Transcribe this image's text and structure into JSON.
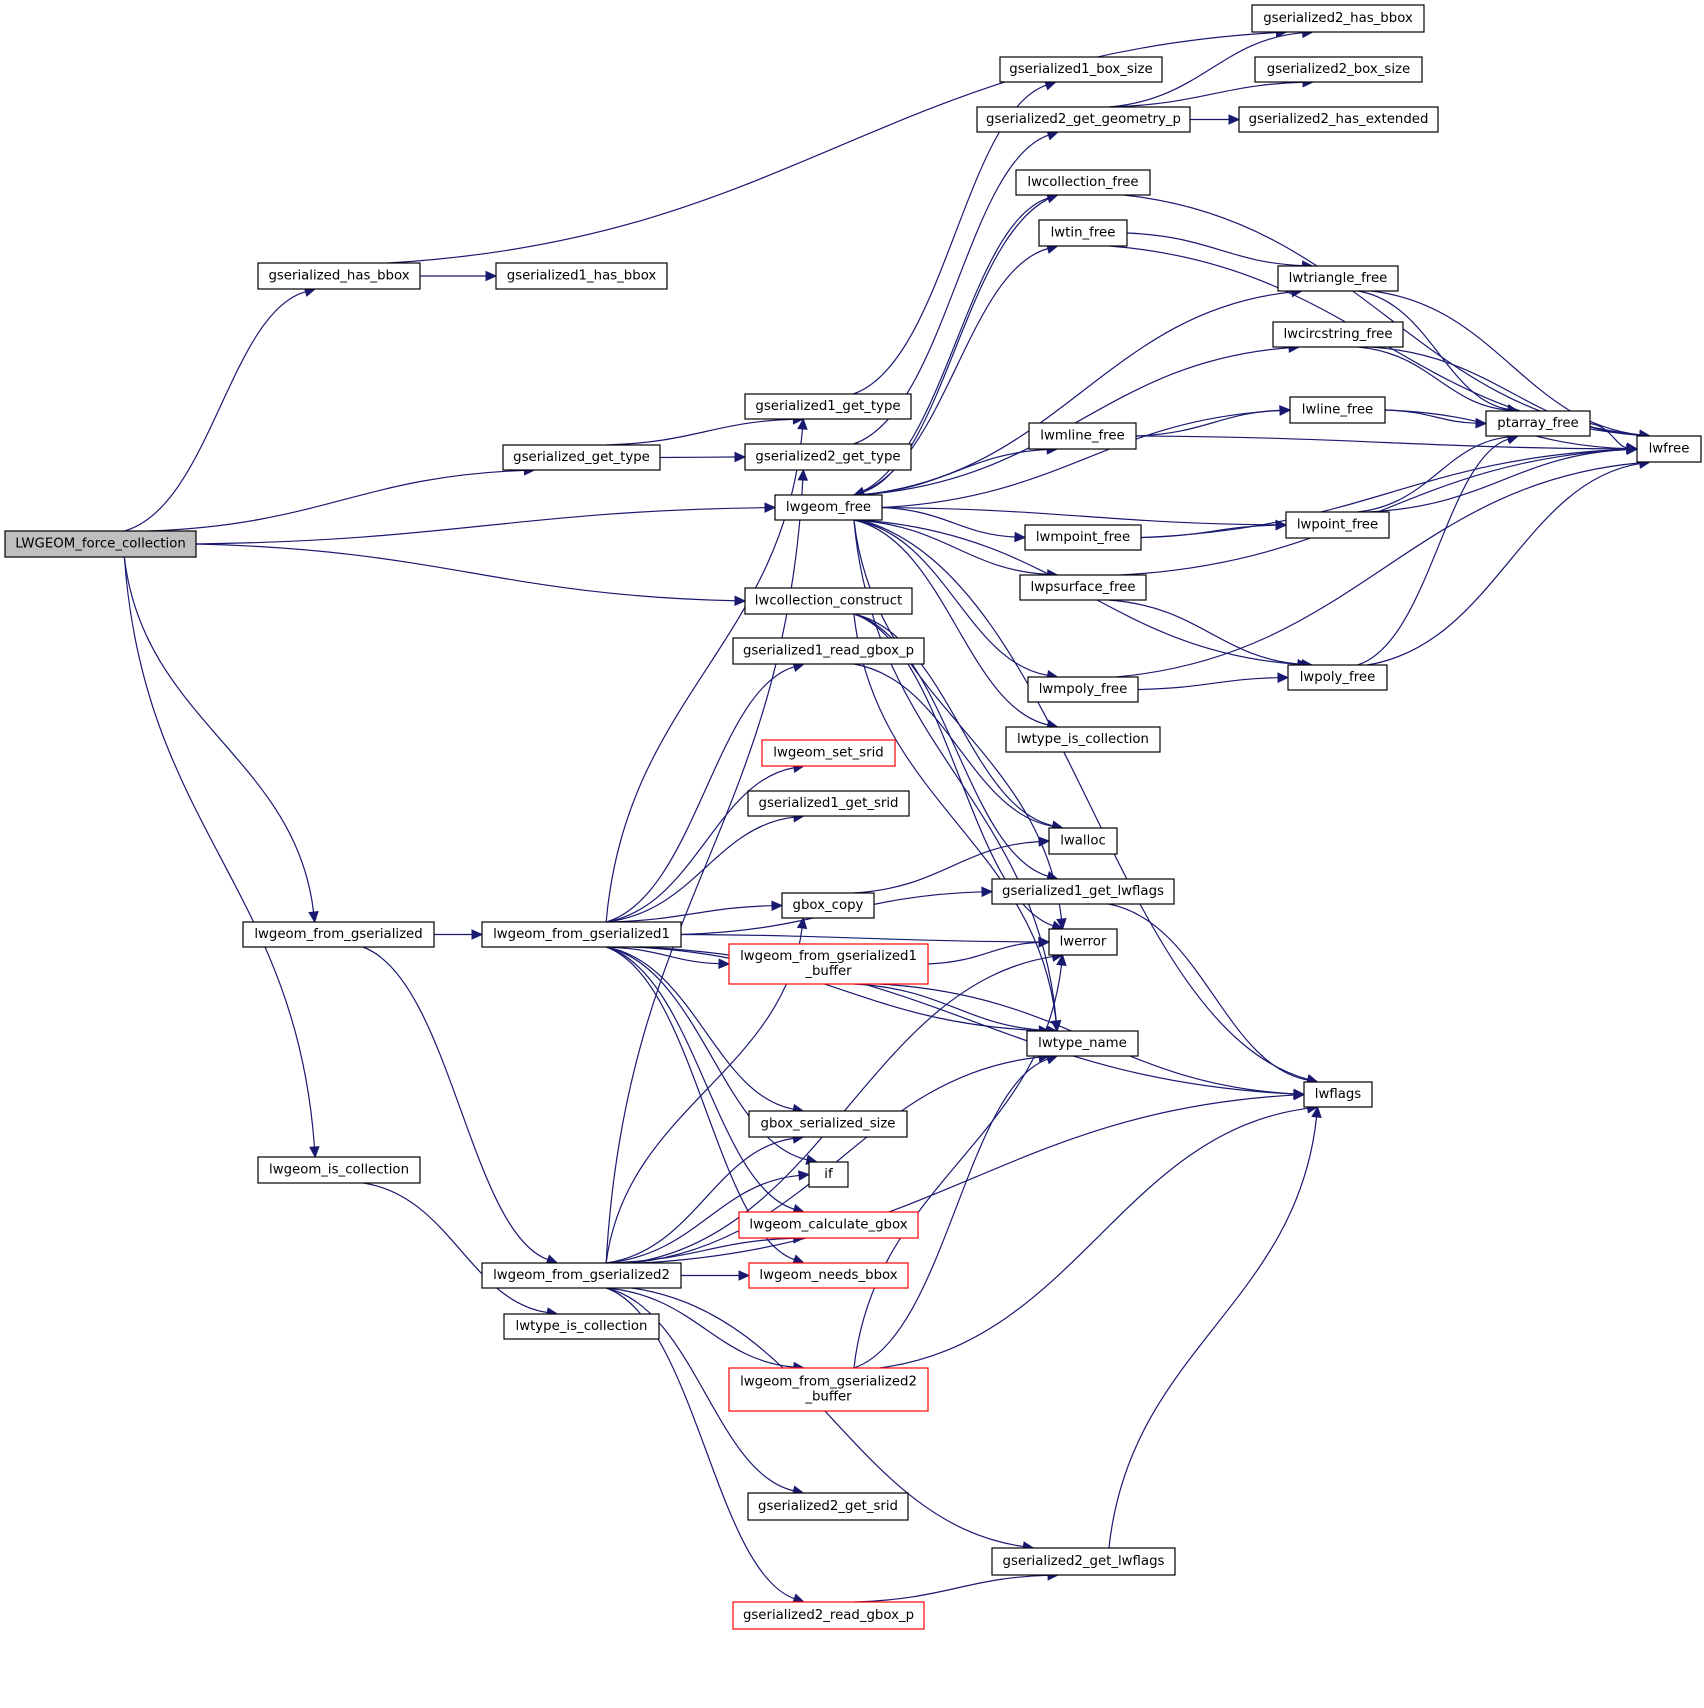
{
  "diagram": {
    "type": "call-graph",
    "colors": {
      "edge": "#191970",
      "root_fill": "#bfbfbf",
      "node_border": "#000000",
      "truncated_border": "#ff0000"
    },
    "nodes": [
      {
        "id": "LWGEOM_force_collection",
        "label": "LWGEOM_force_collection",
        "style": "root"
      },
      {
        "id": "gserialized_has_bbox",
        "label": "gserialized_has_bbox",
        "style": "normal"
      },
      {
        "id": "gserialized1_has_bbox",
        "label": "gserialized1_has_bbox",
        "style": "normal"
      },
      {
        "id": "gserialized2_has_bbox",
        "label": "gserialized2_has_bbox",
        "style": "normal"
      },
      {
        "id": "gserialized1_box_size",
        "label": "gserialized1_box_size",
        "style": "normal"
      },
      {
        "id": "gserialized2_box_size",
        "label": "gserialized2_box_size",
        "style": "normal"
      },
      {
        "id": "gserialized2_get_geometry_p",
        "label": "gserialized2_get_geometry_p",
        "style": "normal"
      },
      {
        "id": "gserialized2_has_extended",
        "label": "gserialized2_has_extended",
        "style": "normal"
      },
      {
        "id": "gserialized_get_type",
        "label": "gserialized_get_type",
        "style": "normal"
      },
      {
        "id": "gserialized1_get_type",
        "label": "gserialized1_get_type",
        "style": "normal"
      },
      {
        "id": "gserialized2_get_type",
        "label": "gserialized2_get_type",
        "style": "normal"
      },
      {
        "id": "lwgeom_free",
        "label": "lwgeom_free",
        "style": "normal"
      },
      {
        "id": "lwcollection_free",
        "label": "lwcollection_free",
        "style": "normal"
      },
      {
        "id": "lwtin_free",
        "label": "lwtin_free",
        "style": "normal"
      },
      {
        "id": "lwtriangle_free",
        "label": "lwtriangle_free",
        "style": "normal"
      },
      {
        "id": "lwcircstring_free",
        "label": "lwcircstring_free",
        "style": "normal"
      },
      {
        "id": "lwline_free",
        "label": "lwline_free",
        "style": "normal"
      },
      {
        "id": "lwmline_free",
        "label": "lwmline_free",
        "style": "normal"
      },
      {
        "id": "ptarray_free",
        "label": "ptarray_free",
        "style": "normal"
      },
      {
        "id": "lwfree",
        "label": "lwfree",
        "style": "normal"
      },
      {
        "id": "lwpoint_free",
        "label": "lwpoint_free",
        "style": "normal"
      },
      {
        "id": "lwmpoint_free",
        "label": "lwmpoint_free",
        "style": "normal"
      },
      {
        "id": "lwpsurface_free",
        "label": "lwpsurface_free",
        "style": "normal"
      },
      {
        "id": "lwpoly_free",
        "label": "lwpoly_free",
        "style": "normal"
      },
      {
        "id": "lwmpoly_free",
        "label": "lwmpoly_free",
        "style": "normal"
      },
      {
        "id": "lwtype_is_collection_r",
        "label": "lwtype_is_collection",
        "style": "normal"
      },
      {
        "id": "lwcollection_construct",
        "label": "lwcollection_construct",
        "style": "normal"
      },
      {
        "id": "gserialized1_read_gbox_p",
        "label": "gserialized1_read_gbox_p",
        "style": "normal"
      },
      {
        "id": "lwgeom_set_srid",
        "label": "lwgeom_set_srid",
        "style": "red"
      },
      {
        "id": "gserialized1_get_srid",
        "label": "gserialized1_get_srid",
        "style": "normal"
      },
      {
        "id": "lwalloc",
        "label": "lwalloc",
        "style": "normal"
      },
      {
        "id": "gserialized1_get_lwflags",
        "label": "gserialized1_get_lwflags",
        "style": "normal"
      },
      {
        "id": "gbox_copy",
        "label": "gbox_copy",
        "style": "normal"
      },
      {
        "id": "lwerror",
        "label": "lwerror",
        "style": "normal"
      },
      {
        "id": "lwgeom_from_gserialized",
        "label": "lwgeom_from_gserialized",
        "style": "normal"
      },
      {
        "id": "lwgeom_from_gserialized1",
        "label": "lwgeom_from_gserialized1",
        "style": "normal"
      },
      {
        "id": "lwgeom_from_gserialized1_buffer",
        "label": "lwgeom_from_gserialized1\n_buffer",
        "style": "red"
      },
      {
        "id": "lwtype_name",
        "label": "lwtype_name",
        "style": "normal"
      },
      {
        "id": "lwflags",
        "label": "lwflags",
        "style": "normal"
      },
      {
        "id": "gbox_serialized_size",
        "label": "gbox_serialized_size",
        "style": "normal"
      },
      {
        "id": "if",
        "label": "if",
        "style": "normal"
      },
      {
        "id": "lwgeom_is_collection",
        "label": "lwgeom_is_collection",
        "style": "normal"
      },
      {
        "id": "lwgeom_calculate_gbox",
        "label": "lwgeom_calculate_gbox",
        "style": "red"
      },
      {
        "id": "lwgeom_from_gserialized2",
        "label": "lwgeom_from_gserialized2",
        "style": "normal"
      },
      {
        "id": "lwgeom_needs_bbox",
        "label": "lwgeom_needs_bbox",
        "style": "red"
      },
      {
        "id": "lwtype_is_collection_l",
        "label": "lwtype_is_collection",
        "style": "normal"
      },
      {
        "id": "lwgeom_from_gserialized2_buffer",
        "label": "lwgeom_from_gserialized2\n_buffer",
        "style": "red"
      },
      {
        "id": "gserialized2_get_srid",
        "label": "gserialized2_get_srid",
        "style": "normal"
      },
      {
        "id": "gserialized2_get_lwflags",
        "label": "gserialized2_get_lwflags",
        "style": "normal"
      },
      {
        "id": "gserialized2_read_gbox_p",
        "label": "gserialized2_read_gbox_p",
        "style": "red"
      }
    ],
    "edges": [
      [
        "LWGEOM_force_collection",
        "gserialized_has_bbox"
      ],
      [
        "LWGEOM_force_collection",
        "gserialized_get_type"
      ],
      [
        "LWGEOM_force_collection",
        "lwgeom_free"
      ],
      [
        "LWGEOM_force_collection",
        "lwcollection_construct"
      ],
      [
        "LWGEOM_force_collection",
        "lwgeom_from_gserialized"
      ],
      [
        "LWGEOM_force_collection",
        "lwgeom_is_collection"
      ],
      [
        "gserialized_has_bbox",
        "gserialized1_has_bbox"
      ],
      [
        "gserialized_has_bbox",
        "gserialized2_has_bbox"
      ],
      [
        "gserialized_get_type",
        "gserialized1_get_type"
      ],
      [
        "gserialized_get_type",
        "gserialized2_get_type"
      ],
      [
        "gserialized1_get_type",
        "gserialized1_box_size"
      ],
      [
        "gserialized2_get_type",
        "gserialized2_get_geometry_p"
      ],
      [
        "gserialized2_get_geometry_p",
        "gserialized2_has_bbox"
      ],
      [
        "gserialized2_get_geometry_p",
        "gserialized2_box_size"
      ],
      [
        "gserialized2_get_geometry_p",
        "gserialized2_has_extended"
      ],
      [
        "lwgeom_free",
        "lwcollection_free"
      ],
      [
        "lwgeom_free",
        "lwtin_free"
      ],
      [
        "lwgeom_free",
        "lwtriangle_free"
      ],
      [
        "lwgeom_free",
        "lwcircstring_free"
      ],
      [
        "lwgeom_free",
        "lwline_free"
      ],
      [
        "lwgeom_free",
        "lwmline_free"
      ],
      [
        "lwgeom_free",
        "lwpoint_free"
      ],
      [
        "lwgeom_free",
        "lwmpoint_free"
      ],
      [
        "lwgeom_free",
        "lwpsurface_free"
      ],
      [
        "lwgeom_free",
        "lwpoly_free"
      ],
      [
        "lwgeom_free",
        "lwmpoly_free"
      ],
      [
        "lwgeom_free",
        "lwtype_is_collection_r"
      ],
      [
        "lwgeom_free",
        "lwerror"
      ],
      [
        "lwgeom_free",
        "lwtype_name"
      ],
      [
        "lwgeom_free",
        "lwflags"
      ],
      [
        "lwcollection_free",
        "lwgeom_free"
      ],
      [
        "lwcollection_free",
        "lwfree"
      ],
      [
        "lwtin_free",
        "lwtriangle_free"
      ],
      [
        "lwtin_free",
        "lwfree"
      ],
      [
        "lwtriangle_free",
        "ptarray_free"
      ],
      [
        "lwtriangle_free",
        "lwfree"
      ],
      [
        "lwcircstring_free",
        "ptarray_free"
      ],
      [
        "lwcircstring_free",
        "lwfree"
      ],
      [
        "lwline_free",
        "ptarray_free"
      ],
      [
        "lwline_free",
        "lwfree"
      ],
      [
        "lwmline_free",
        "lwline_free"
      ],
      [
        "lwmline_free",
        "lwfree"
      ],
      [
        "ptarray_free",
        "lwfree"
      ],
      [
        "lwpoint_free",
        "ptarray_free"
      ],
      [
        "lwpoint_free",
        "lwfree"
      ],
      [
        "lwmpoint_free",
        "lwpoint_free"
      ],
      [
        "lwmpoint_free",
        "lwfree"
      ],
      [
        "lwpsurface_free",
        "lwpoly_free"
      ],
      [
        "lwpsurface_free",
        "lwfree"
      ],
      [
        "lwpoly_free",
        "ptarray_free"
      ],
      [
        "lwpoly_free",
        "lwfree"
      ],
      [
        "lwmpoly_free",
        "lwpoly_free"
      ],
      [
        "lwmpoly_free",
        "lwfree"
      ],
      [
        "lwcollection_construct",
        "lwalloc"
      ],
      [
        "lwcollection_construct",
        "gserialized1_get_lwflags"
      ],
      [
        "lwcollection_construct",
        "lwerror"
      ],
      [
        "lwcollection_construct",
        "lwtype_name"
      ],
      [
        "gserialized1_read_gbox_p",
        "lwalloc"
      ],
      [
        "gserialized1_get_lwflags",
        "lwflags"
      ],
      [
        "gbox_copy",
        "lwalloc"
      ],
      [
        "lwgeom_from_gserialized",
        "lwgeom_from_gserialized1"
      ],
      [
        "lwgeom_from_gserialized",
        "lwgeom_from_gserialized2"
      ],
      [
        "lwgeom_from_gserialized1",
        "gserialized1_get_type"
      ],
      [
        "lwgeom_from_gserialized1",
        "gserialized1_read_gbox_p"
      ],
      [
        "lwgeom_from_gserialized1",
        "lwgeom_set_srid"
      ],
      [
        "lwgeom_from_gserialized1",
        "gserialized1_get_srid"
      ],
      [
        "lwgeom_from_gserialized1",
        "gbox_copy"
      ],
      [
        "lwgeom_from_gserialized1",
        "lwgeom_from_gserialized1_buffer"
      ],
      [
        "lwgeom_from_gserialized1",
        "lwerror"
      ],
      [
        "lwgeom_from_gserialized1",
        "lwtype_name"
      ],
      [
        "lwgeom_from_gserialized1",
        "lwflags"
      ],
      [
        "lwgeom_from_gserialized1",
        "gbox_serialized_size"
      ],
      [
        "lwgeom_from_gserialized1",
        "if"
      ],
      [
        "lwgeom_from_gserialized1",
        "lwgeom_calculate_gbox"
      ],
      [
        "lwgeom_from_gserialized1",
        "lwgeom_needs_bbox"
      ],
      [
        "lwgeom_from_gserialized1",
        "gserialized1_get_lwflags"
      ],
      [
        "lwgeom_from_gserialized1_buffer",
        "lwerror"
      ],
      [
        "lwgeom_from_gserialized1_buffer",
        "lwtype_name"
      ],
      [
        "lwgeom_from_gserialized1_buffer",
        "lwflags"
      ],
      [
        "lwgeom_is_collection",
        "lwtype_is_collection_l"
      ],
      [
        "lwgeom_from_gserialized2",
        "gserialized2_get_type"
      ],
      [
        "lwgeom_from_gserialized2",
        "gbox_copy"
      ],
      [
        "lwgeom_from_gserialized2",
        "gbox_serialized_size"
      ],
      [
        "lwgeom_from_gserialized2",
        "if"
      ],
      [
        "lwgeom_from_gserialized2",
        "lwgeom_calculate_gbox"
      ],
      [
        "lwgeom_from_gserialized2",
        "lwgeom_needs_bbox"
      ],
      [
        "lwgeom_from_gserialized2",
        "lwgeom_from_gserialized2_buffer"
      ],
      [
        "lwgeom_from_gserialized2",
        "lwerror"
      ],
      [
        "lwgeom_from_gserialized2",
        "gserialized2_get_srid"
      ],
      [
        "lwgeom_from_gserialized2",
        "gserialized2_get_lwflags"
      ],
      [
        "lwgeom_from_gserialized2",
        "gserialized2_read_gbox_p"
      ],
      [
        "lwgeom_from_gserialized2",
        "lwtype_name"
      ],
      [
        "lwgeom_from_gserialized2",
        "lwflags"
      ],
      [
        "lwgeom_from_gserialized2_buffer",
        "lwerror"
      ],
      [
        "lwgeom_from_gserialized2_buffer",
        "lwtype_name"
      ],
      [
        "lwgeom_from_gserialized2_buffer",
        "lwflags"
      ],
      [
        "gserialized2_read_gbox_p",
        "gserialized2_get_lwflags"
      ],
      [
        "gserialized2_get_lwflags",
        "lwflags"
      ]
    ]
  }
}
